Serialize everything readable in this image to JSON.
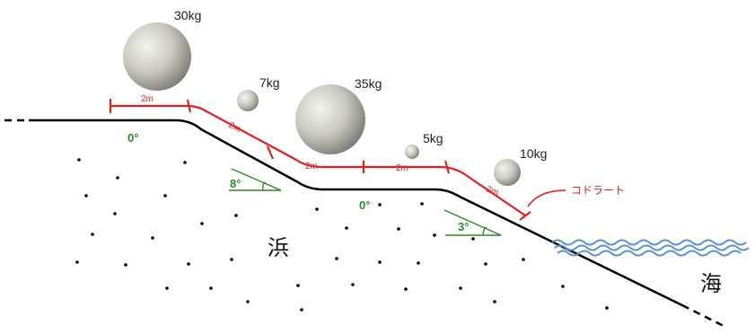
{
  "diagram": {
    "stones": [
      {
        "label": "30kg"
      },
      {
        "label": "7kg"
      },
      {
        "label": "35kg"
      },
      {
        "label": "5kg"
      },
      {
        "label": "10kg"
      }
    ],
    "segments": [
      {
        "label": "2m"
      },
      {
        "label": "2m"
      },
      {
        "label": "2m"
      },
      {
        "label": "2m"
      },
      {
        "label": "2m"
      }
    ],
    "angles": [
      {
        "label": "0°"
      },
      {
        "label": "8°"
      },
      {
        "label": "0°"
      },
      {
        "label": "3°"
      }
    ],
    "quadrat_label": "コドラート",
    "beach_label": "浜",
    "sea_label": "海",
    "colors": {
      "ground": "#000000",
      "quadrat": "#e02020",
      "angle": "#2a8a2a",
      "wave": "#5b8ed6",
      "stone_light": "#f0f0ea",
      "stone_dark": "#8a8a82"
    }
  }
}
